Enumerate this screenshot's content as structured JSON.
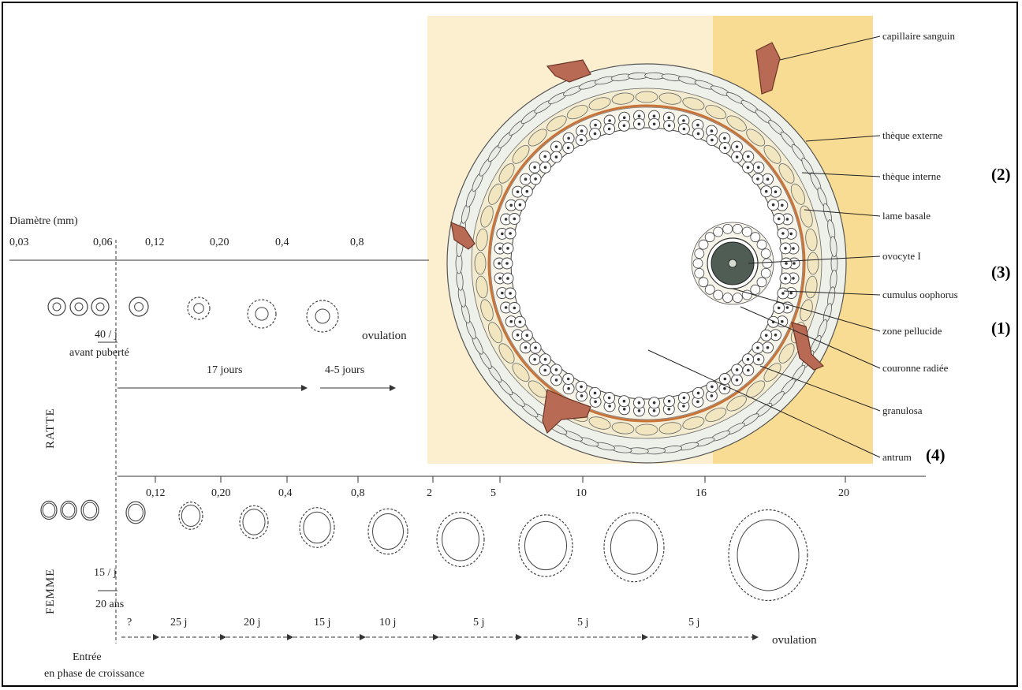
{
  "diameter_label": "Diamètre (mm)",
  "rat": {
    "side_label": "RATTE",
    "diameters": [
      "0,03",
      "0,06",
      "0,12",
      "0,20",
      "0,4",
      "0,8"
    ],
    "rate_text": "40 / j",
    "rate_sub": "avant puberté",
    "durations": [
      "17 jours",
      "4-5 jours"
    ],
    "end_label": "ovulation"
  },
  "woman": {
    "side_label": "FEMME",
    "diameters": [
      "0,12",
      "0,20",
      "0,4",
      "0,8",
      "2",
      "5",
      "10",
      "16",
      "20"
    ],
    "rate_text": "15 / j",
    "rate_sub": "20 ans",
    "durations": [
      "?",
      "25 j",
      "20 j",
      "15 j",
      "10 j",
      "5 j",
      "5 j",
      "5 j"
    ],
    "end_label": "ovulation",
    "entry_line1": "Entrée",
    "entry_line2": "en phase de croissance"
  },
  "annotations": [
    {
      "text": "capillaire sanguin",
      "number": ""
    },
    {
      "text": "thèque externe",
      "number": ""
    },
    {
      "text": "thèque interne",
      "number": "(2)"
    },
    {
      "text": "lame basale",
      "number": ""
    },
    {
      "text": "ovocyte I",
      "number": ""
    },
    {
      "text": "cumulus oophorus",
      "number": "(3)"
    },
    {
      "text": "zone pellucide",
      "number": "(1)"
    },
    {
      "text": "couronne radiée",
      "number": ""
    },
    {
      "text": "granulosa",
      "number": ""
    },
    {
      "text": "antrum",
      "number": "(4)"
    }
  ],
  "colors": {
    "background_panel": "#fcefcf",
    "background_panel_strong": "#f9dc93",
    "basal_lamina": "#c8733a",
    "capillary": "#b86a55",
    "oocyte": "#4f5d55",
    "theca_cell": "#f1e6bf"
  }
}
